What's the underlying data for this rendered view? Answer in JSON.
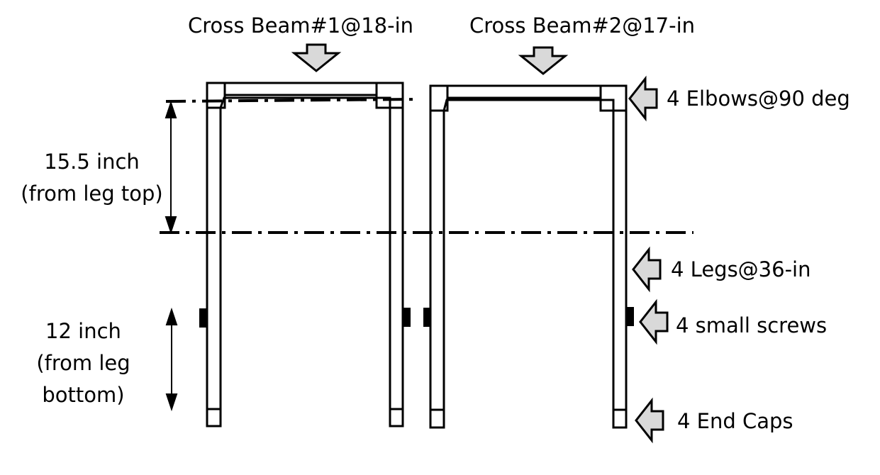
{
  "labels": {
    "cross_beam_1": "Cross Beam#1@18-in",
    "cross_beam_2": "Cross Beam#2@17-in",
    "elbows": "4 Elbows@90 deg",
    "legs": "4 Legs@36-in",
    "screws": "4 small screws",
    "end_caps": "4 End Caps",
    "top_dim": "15.5 inch\n(from leg top)",
    "bottom_dim": "12 inch\n(from leg\nbottom)"
  },
  "colors": {
    "line": "#000000",
    "arrow_fill": "#d9d9d9",
    "background": "#ffffff"
  }
}
